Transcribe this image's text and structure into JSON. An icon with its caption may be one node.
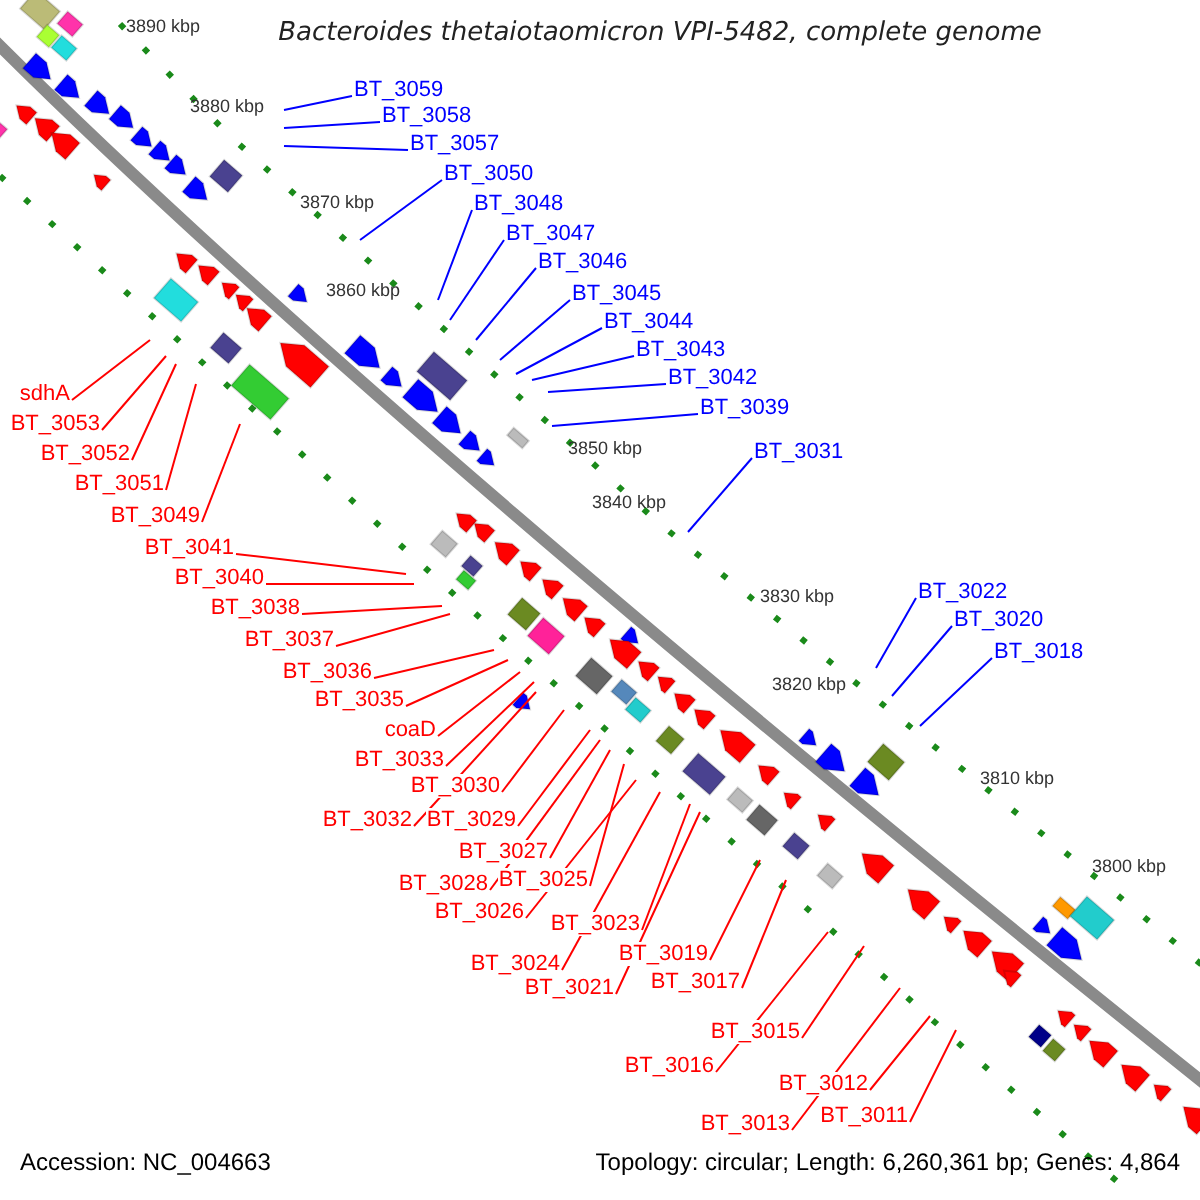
{
  "diagram": {
    "title": "Bacteroides thetaiotaomicron VPI-5482, complete genome",
    "nodes": [
      {
        "text": [
          "BT_3059"
        ]
      },
      {
        "text": [
          "BT_3058"
        ]
      },
      {
        "text": [
          "BT_3057"
        ]
      },
      {
        "text": [
          "BT_3050"
        ]
      },
      {
        "text": [
          "BT_3048"
        ]
      },
      {
        "text": [
          "BT_3047"
        ]
      },
      {
        "text": [
          "BT_3046"
        ]
      },
      {
        "text": [
          "BT_3045"
        ]
      },
      {
        "text": [
          "BT_3044"
        ]
      },
      {
        "text": [
          "BT_3043"
        ]
      },
      {
        "text": [
          "BT_3042"
        ]
      },
      {
        "text": [
          "BT_3039"
        ]
      },
      {
        "text": [
          "BT_3031"
        ]
      },
      {
        "text": [
          "BT_3022"
        ]
      },
      {
        "text": [
          "BT_3020"
        ]
      },
      {
        "text": [
          "BT_3018"
        ]
      },
      {
        "text": [
          "sdhA"
        ]
      },
      {
        "text": [
          "BT_3053"
        ]
      },
      {
        "text": [
          "BT_3052"
        ]
      },
      {
        "text": [
          "BT_3051"
        ]
      },
      {
        "text": [
          "BT_3049"
        ]
      },
      {
        "text": [
          "BT_3041"
        ]
      },
      {
        "text": [
          "BT_3040"
        ]
      },
      {
        "text": [
          "BT_3038"
        ]
      },
      {
        "text": [
          "BT_3037"
        ]
      },
      {
        "text": [
          "BT_3036"
        ]
      },
      {
        "text": [
          "BT_3035"
        ]
      },
      {
        "text": [
          "coaD"
        ]
      },
      {
        "text": [
          "BT_3033"
        ]
      },
      {
        "text": [
          "BT_3030"
        ]
      },
      {
        "text": [
          "BT_3032"
        ]
      },
      {
        "text": [
          "BT_3029"
        ]
      },
      {
        "text": [
          "BT_3027"
        ]
      },
      {
        "text": [
          "BT_3028"
        ]
      },
      {
        "text": [
          "BT_3025"
        ]
      },
      {
        "text": [
          "BT_3026"
        ]
      },
      {
        "text": [
          "BT_3023"
        ]
      },
      {
        "text": [
          "BT_3024"
        ]
      },
      {
        "text": [
          "BT_3019"
        ]
      },
      {
        "text": [
          "BT_3021"
        ]
      },
      {
        "text": [
          "BT_3017"
        ]
      },
      {
        "text": [
          "BT_3015"
        ]
      },
      {
        "text": [
          "BT_3016"
        ]
      },
      {
        "text": [
          "BT_3012"
        ]
      },
      {
        "text": [
          "BT_3013"
        ]
      },
      {
        "text": [
          "BT_3011"
        ]
      }
    ],
    "edges": [
      {
        "from": 0,
        "to": null,
        "arrow": "none",
        "color": "#0000ff"
      },
      {
        "from": 1,
        "to": null,
        "arrow": "none",
        "color": "#0000ff"
      },
      {
        "from": 2,
        "to": null,
        "arrow": "none",
        "color": "#0000ff"
      },
      {
        "from": 3,
        "to": null,
        "arrow": "none",
        "color": "#0000ff"
      },
      {
        "from": 4,
        "to": null,
        "arrow": "none",
        "color": "#0000ff"
      },
      {
        "from": 5,
        "to": null,
        "arrow": "none",
        "color": "#0000ff"
      },
      {
        "from": 6,
        "to": null,
        "arrow": "none",
        "color": "#0000ff"
      },
      {
        "from": 7,
        "to": null,
        "arrow": "none",
        "color": "#0000ff"
      },
      {
        "from": 8,
        "to": null,
        "arrow": "none",
        "color": "#0000ff"
      },
      {
        "from": 9,
        "to": null,
        "arrow": "none",
        "color": "#0000ff"
      },
      {
        "from": 10,
        "to": null,
        "arrow": "none",
        "color": "#0000ff"
      },
      {
        "from": 11,
        "to": null,
        "arrow": "none",
        "color": "#0000ff"
      },
      {
        "from": 12,
        "to": null,
        "arrow": "none",
        "color": "#0000ff"
      },
      {
        "from": 13,
        "to": null,
        "arrow": "none",
        "color": "#0000ff"
      },
      {
        "from": 14,
        "to": null,
        "arrow": "none",
        "color": "#0000ff"
      },
      {
        "from": 15,
        "to": null,
        "arrow": "none",
        "color": "#0000ff"
      },
      {
        "from": 16,
        "to": null,
        "arrow": "none"
      },
      {
        "from": 17,
        "to": null,
        "arrow": "none"
      },
      {
        "from": 18,
        "to": null,
        "arrow": "none"
      },
      {
        "from": 19,
        "to": null,
        "arrow": "none"
      },
      {
        "from": 20,
        "to": null,
        "arrow": "none"
      },
      {
        "from": 21,
        "to": null,
        "arrow": "none"
      },
      {
        "from": 22,
        "to": null,
        "arrow": "none"
      },
      {
        "from": 23,
        "to": null,
        "arrow": "none"
      },
      {
        "from": 24,
        "to": null,
        "arrow": "none"
      },
      {
        "from": 25,
        "to": null,
        "arrow": "none"
      },
      {
        "from": 26,
        "to": null,
        "arrow": "none"
      },
      {
        "from": 27,
        "to": null,
        "arrow": "none"
      },
      {
        "from": 28,
        "to": null,
        "arrow": "none"
      },
      {
        "from": 29,
        "to": null,
        "arrow": "none"
      },
      {
        "from": 30,
        "to": null,
        "arrow": "none"
      },
      {
        "from": 31,
        "to": null,
        "arrow": "none"
      },
      {
        "from": 32,
        "to": null,
        "arrow": "none"
      },
      {
        "from": 33,
        "to": null,
        "arrow": "none"
      },
      {
        "from": 34,
        "to": null,
        "arrow": "none"
      },
      {
        "from": 35,
        "to": null,
        "arrow": "none"
      },
      {
        "from": 36,
        "to": null,
        "arrow": "none"
      },
      {
        "from": 37,
        "to": null,
        "arrow": "none"
      },
      {
        "from": 38,
        "to": null,
        "arrow": "none"
      },
      {
        "from": 39,
        "to": null,
        "arrow": "none"
      },
      {
        "from": 40,
        "to": null,
        "arrow": "none"
      },
      {
        "from": 41,
        "to": null,
        "arrow": "none"
      },
      {
        "from": 42,
        "to": null,
        "arrow": "none"
      },
      {
        "from": 43,
        "to": null,
        "arrow": "none"
      },
      {
        "from": 44,
        "to": null,
        "arrow": "none"
      },
      {
        "from": 45,
        "to": null,
        "arrow": "none"
      }
    ],
    "labels": [
      "3890 kbp",
      "3880 kbp",
      "3870 kbp",
      "3860 kbp",
      "3850 kbp",
      "3840 kbp",
      "3830 kbp",
      "3820 kbp",
      "3810 kbp",
      "3800 kbp",
      "Accession: NC_004663",
      "Topology: circular; Length: 6,260,361 bp; Genes: 4,864"
    ]
  }
}
